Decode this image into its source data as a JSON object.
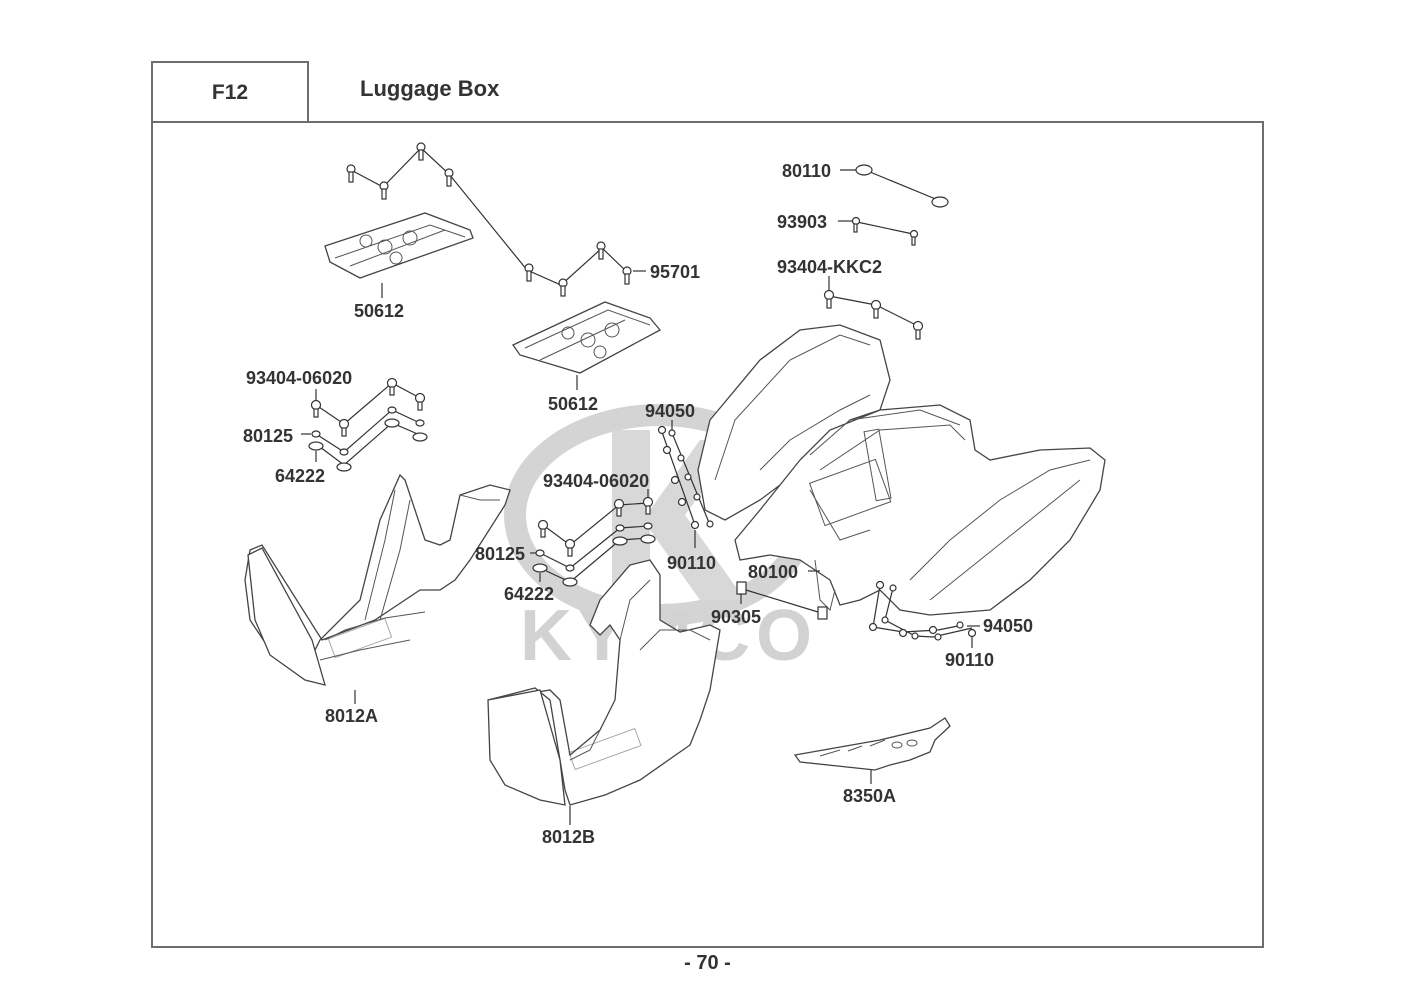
{
  "header": {
    "section_code": "F12",
    "section_title": "Luggage Box"
  },
  "watermark": {
    "brand": "KYMCO"
  },
  "parts": [
    {
      "id": "p1",
      "number": "50612",
      "description": "rear carrier plate (upper left)"
    },
    {
      "id": "p2",
      "number": "95701",
      "description": "bolts (rear carrier)"
    },
    {
      "id": "p3",
      "number": "50612",
      "description": "front carrier plate"
    },
    {
      "id": "p4",
      "number": "80110",
      "description": "cap nuts"
    },
    {
      "id": "p5",
      "number": "93903",
      "description": "tapping screws"
    },
    {
      "id": "p6",
      "number": "93404-KKC2",
      "description": "flange bolts"
    },
    {
      "id": "p7",
      "number": "93404-06020",
      "description": "bolts (left group)"
    },
    {
      "id": "p8",
      "number": "80125",
      "description": "collars (left group)"
    },
    {
      "id": "p9",
      "number": "64222",
      "description": "rubber grommets (left group)"
    },
    {
      "id": "p10",
      "number": "94050",
      "description": "nuts (center group)"
    },
    {
      "id": "p11",
      "number": "93404-06020",
      "description": "bolts (center group)"
    },
    {
      "id": "p12",
      "number": "90110",
      "description": "bolts (center group)"
    },
    {
      "id": "p13",
      "number": "80125",
      "description": "collars (center group)"
    },
    {
      "id": "p14",
      "number": "64222",
      "description": "rubber grommets (center group)"
    },
    {
      "id": "p15",
      "number": "80100",
      "description": "rear fender / luggage box"
    },
    {
      "id": "p16",
      "number": "90305",
      "description": "clip nuts"
    },
    {
      "id": "p17",
      "number": "94050",
      "description": "nuts (right group)"
    },
    {
      "id": "p18",
      "number": "90110",
      "description": "bolts (right group)"
    },
    {
      "id": "p19",
      "number": "8012A",
      "description": "left floor panel / fender"
    },
    {
      "id": "p20",
      "number": "8012B",
      "description": "right floor panel / fender"
    },
    {
      "id": "p21",
      "number": "8350A",
      "description": "heat shield plate"
    }
  ],
  "footer": {
    "page_number": "- 70 -"
  }
}
